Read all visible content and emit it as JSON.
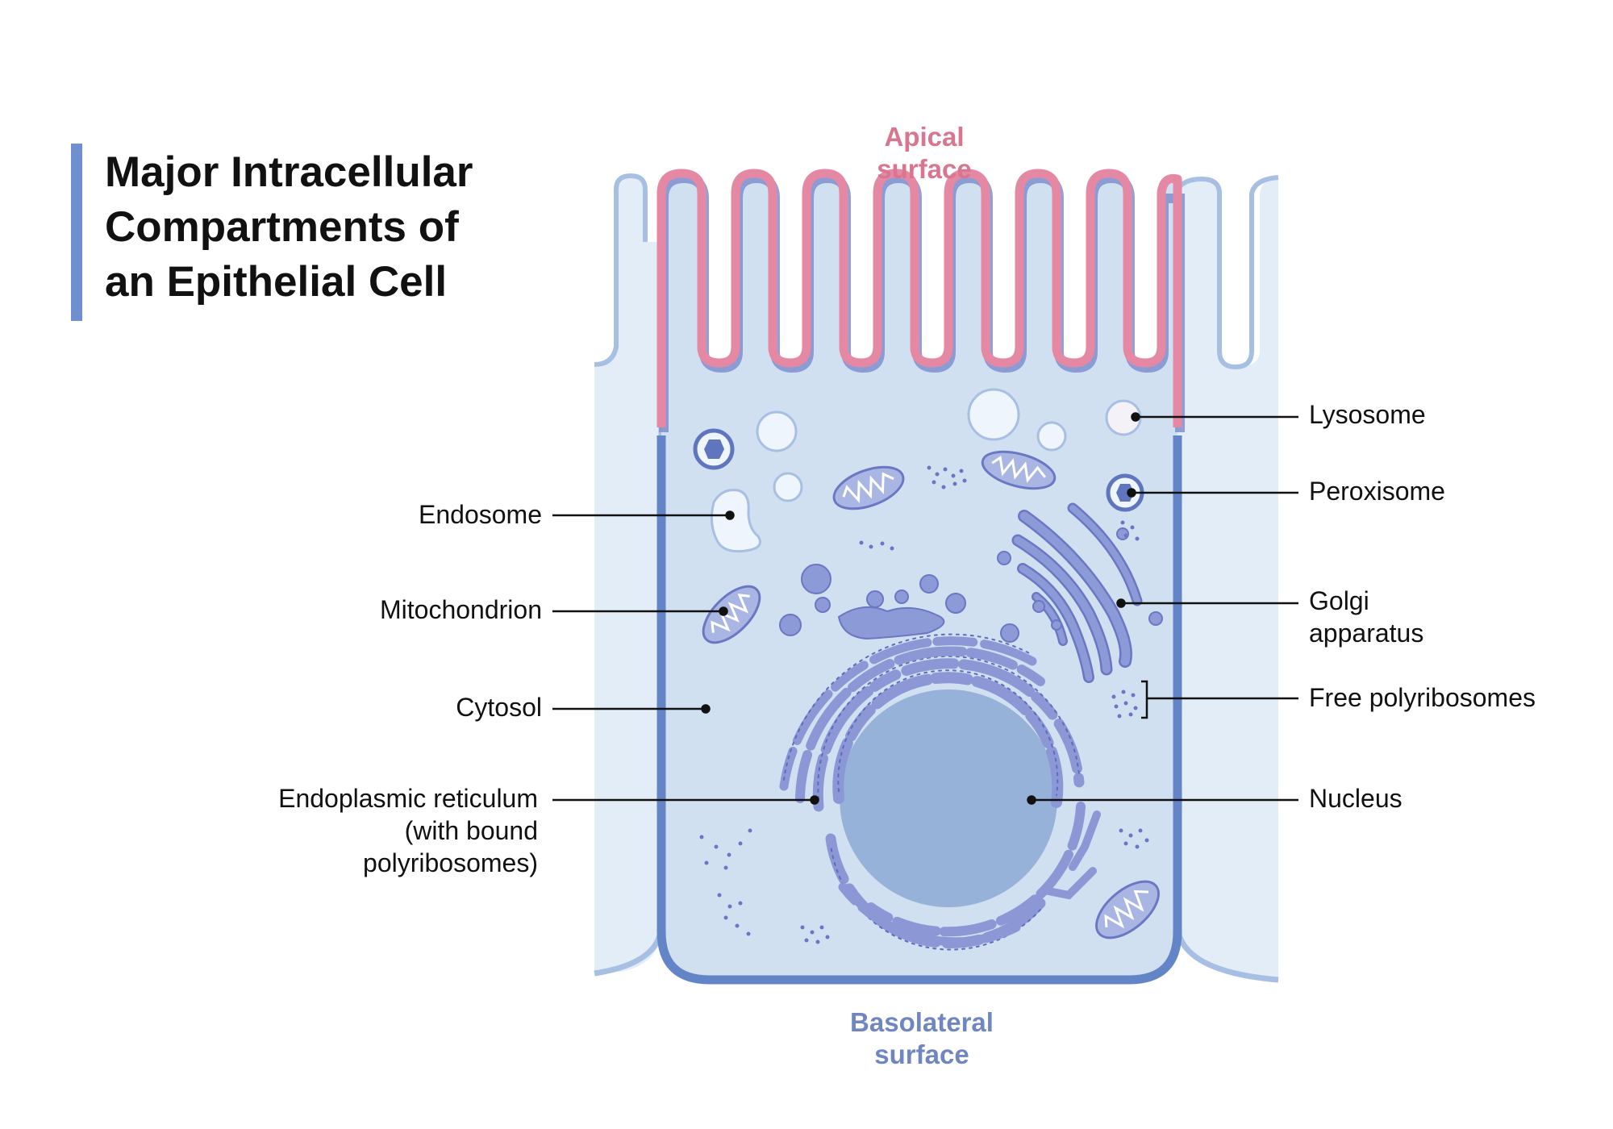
{
  "title": {
    "lines": [
      "Major Intracellular",
      "Compartments of",
      "an Epithelial Cell"
    ]
  },
  "surfaces": {
    "apical": [
      "Apical",
      "surface"
    ],
    "basolateral": [
      "Basolateral",
      "surface"
    ]
  },
  "labels_left": {
    "endosome": [
      "Endosome"
    ],
    "mitochondrion": [
      "Mitochondrion"
    ],
    "cytosol": [
      "Cytosol"
    ],
    "er": [
      "Endoplasmic reticulum",
      "(with bound",
      "polyribosomes)"
    ]
  },
  "labels_right": {
    "lysosome": [
      "Lysosome"
    ],
    "peroxisome": [
      "Peroxisome"
    ],
    "golgi": [
      "Golgi",
      "apparatus"
    ],
    "free_polyribosomes": [
      "Free polyribosomes"
    ],
    "nucleus": [
      "Nucleus"
    ]
  },
  "colors": {
    "apical": "#d9758f",
    "basolateral": "#6f86c0",
    "membrane": "#6484c8",
    "cytosol": "#d1e0f1",
    "nucleus": "#97b2d8",
    "organelle": "#8d9ad8",
    "title_bar": "#6f8fcf"
  }
}
